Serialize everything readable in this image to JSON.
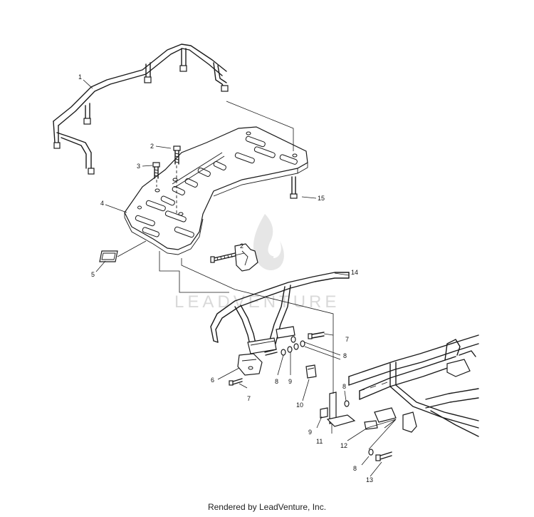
{
  "diagram": {
    "callouts": {
      "c1": "1",
      "c2a": "2",
      "c2b": "2",
      "c3": "3",
      "c4": "4",
      "c5": "5",
      "c6": "6",
      "c7a": "7",
      "c7b": "7",
      "c8a": "8",
      "c8b": "8",
      "c8c": "8",
      "c8d": "8",
      "c9a": "9",
      "c9b": "9",
      "c10": "10",
      "c11": "11",
      "c12": "12",
      "c13": "13",
      "c14": "14",
      "c15": "15"
    },
    "watermark": "LEADVENTURE"
  },
  "footer": {
    "text": "Rendered by LeadVenture, Inc."
  }
}
